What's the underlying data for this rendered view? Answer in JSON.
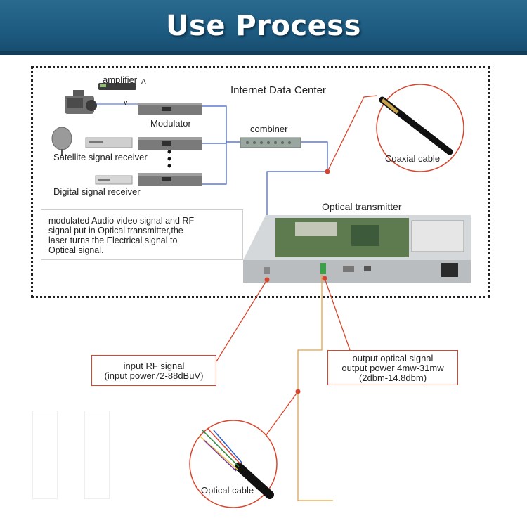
{
  "banner": {
    "title": "Use Process",
    "color": "#1d5a80"
  },
  "data_center": {
    "title": "Internet Data Center"
  },
  "devices": {
    "amplifier": "amplifier",
    "modulator": "Modulator",
    "combiner": "combiner",
    "satellite_receiver": "Satellite signal receiver",
    "digital_receiver": "Digital signal receiver",
    "optical_transmitter": "Optical transmitter",
    "glyph_up": "Λ",
    "glyph_down": "v"
  },
  "description": {
    "lines": [
      "modulated Audio video signal and RF",
      "signal put in Optical transmitter,the",
      "laser turns the Electrical signal to",
      "Optical signal."
    ]
  },
  "callouts": {
    "coaxial": "Coaxial cable",
    "optical_cable": "Optical cable",
    "input_rf": {
      "line1": "input RF signal",
      "line2": "(input power72-88dBuV)"
    },
    "output_optical": {
      "line1": "output optical signal",
      "line2": "output power 4mw-31mw",
      "line3": "(2dbm-14.8dbm)"
    }
  },
  "colors": {
    "accent_red": "#d9452c",
    "signal_blue": "#3a5fcd",
    "fiber_orange": "#e8a23a"
  }
}
